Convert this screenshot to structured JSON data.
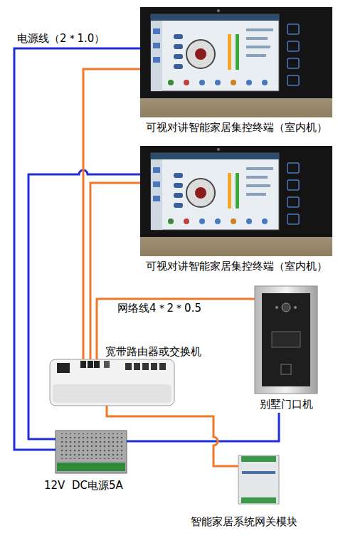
{
  "diagram": {
    "nodes": [
      {
        "text": [
          "可视对讲智能家居集控终端（室内机）"
        ]
      },
      {
        "text": [
          "可视对讲智能家居集控终端（室内机）"
        ]
      },
      {
        "text": [
          "宽带路由器或交换机"
        ]
      },
      {
        "text": [
          "别墅门口机"
        ]
      },
      {
        "text": [
          "12V  DC电源5A"
        ]
      },
      {
        "text": [
          "智能家居系统网关模块"
        ]
      }
    ],
    "edges": [
      {
        "from": 4,
        "to": 0,
        "arrow": "none",
        "label": "电源线（2＊1.0）"
      },
      {
        "from": 4,
        "to": 1,
        "arrow": "none"
      },
      {
        "from": 4,
        "to": 3,
        "arrow": "none"
      },
      {
        "from": 2,
        "to": 0,
        "arrow": "none"
      },
      {
        "from": 2,
        "to": 1,
        "arrow": "none"
      },
      {
        "from": 2,
        "to": 3,
        "arrow": "none",
        "label": "网络线4＊2＊0.5"
      },
      {
        "from": 2,
        "to": 5,
        "arrow": "none"
      }
    ]
  }
}
